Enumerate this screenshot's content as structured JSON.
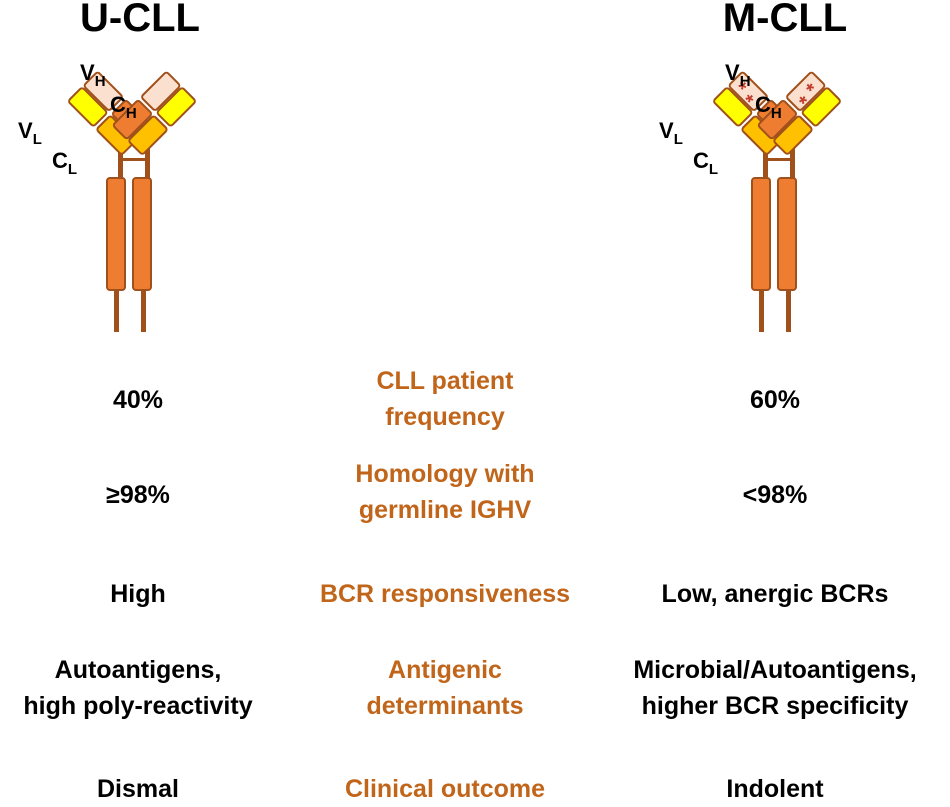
{
  "titles": {
    "left": "U-CLL",
    "right": "M-CLL"
  },
  "antibody_labels": {
    "vh": "V",
    "vh_sub": "H",
    "ch": "C",
    "ch_sub": "H",
    "vl": "V",
    "vl_sub": "L",
    "cl": "C",
    "cl_sub": "L",
    "mutation_mark": "*"
  },
  "colors": {
    "heavy": "#ee7d32",
    "heavy_light": "#fbe0cf",
    "light_v": "#ffff00",
    "light_c": "#ffc000",
    "stroke": "#a0501a",
    "mutation": "#c0392b",
    "category_text": "#c0651a"
  },
  "rows": [
    {
      "category": [
        "CLL patient",
        "frequency"
      ],
      "u_cll": [
        "40%"
      ],
      "m_cll": [
        "60%"
      ]
    },
    {
      "category": [
        "Homology with",
        "germline IGHV"
      ],
      "u_cll": [
        "≥98%"
      ],
      "m_cll": [
        "<98%"
      ]
    },
    {
      "category": [
        "BCR responsiveness"
      ],
      "u_cll": [
        "High"
      ],
      "m_cll": [
        "Low, anergic BCRs"
      ]
    },
    {
      "category": [
        "Antigenic",
        "determinants"
      ],
      "u_cll": [
        "Autoantigens,",
        "high poly-reactivity"
      ],
      "m_cll": [
        "Microbial/Autoantigens,",
        "higher BCR specificity"
      ]
    },
    {
      "category": [
        "Clinical outcome"
      ],
      "u_cll": [
        "Dismal"
      ],
      "m_cll": [
        "Indolent"
      ]
    }
  ]
}
